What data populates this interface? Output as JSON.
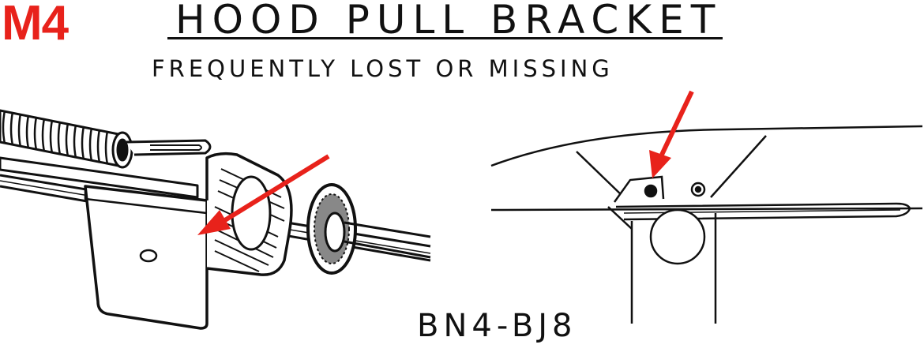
{
  "code": "M4",
  "title": "HOOD PULL BRACKET",
  "subtitle": "FREQUENTLY LOST OR MISSING",
  "model": "BN4-BJ8",
  "colors": {
    "accent": "#e8221b",
    "ink": "#111111"
  }
}
